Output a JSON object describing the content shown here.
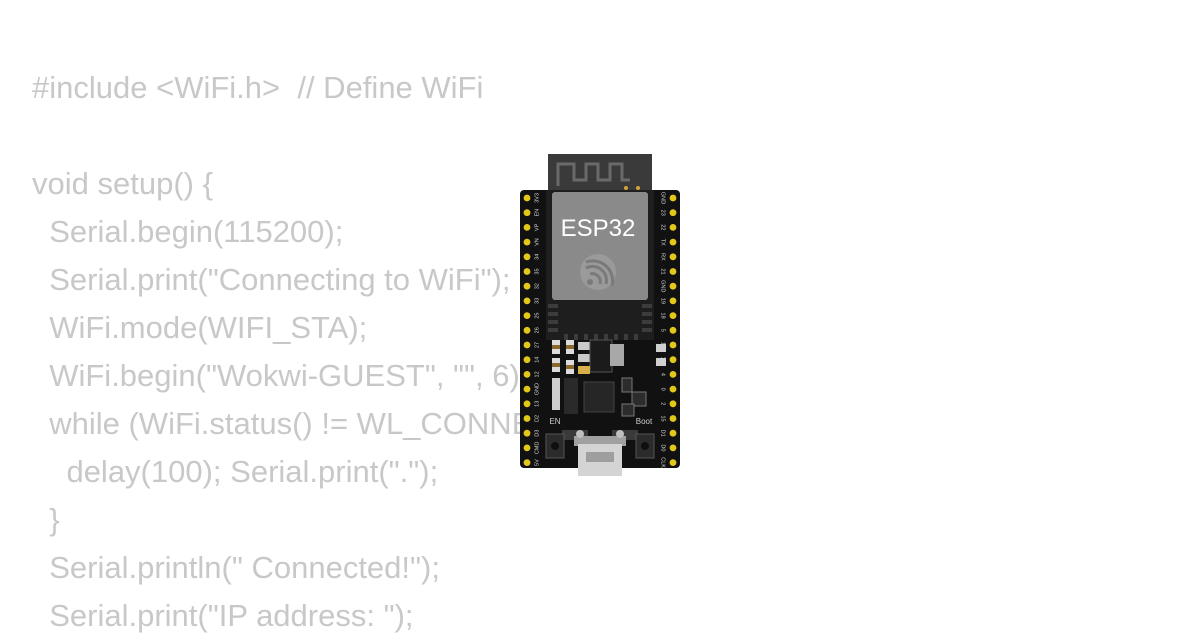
{
  "code_lines": [
    "#include <WiFi.h>  // Define WiFi",
    "",
    "void setup() {",
    "  Serial.begin(115200);",
    "  Serial.print(\"Connecting to WiFi\");",
    "  WiFi.mode(WIFI_STA);",
    "  WiFi.begin(\"Wokwi-GUEST\", \"\", 6);",
    "  while (WiFi.status() != WL_CONNECTED) {",
    "    delay(100); Serial.print(\".\");",
    "  }",
    "  Serial.println(\" Connected!\");",
    "  Serial.print(\"IP address: \");"
  ],
  "board": {
    "chip_label": "ESP32",
    "en_label": "EN",
    "boot_label": "Boot",
    "logo_icon": "espressif-logo-icon",
    "left_pins": [
      "3V3",
      "EN",
      "VP",
      "VN",
      "34",
      "35",
      "32",
      "33",
      "25",
      "26",
      "27",
      "14",
      "12",
      "GND",
      "13",
      "D2",
      "D3",
      "CMD",
      "5V"
    ],
    "right_pins": [
      "GND",
      "23",
      "22",
      "TX",
      "RX",
      "21",
      "GND",
      "19",
      "18",
      "5",
      "17",
      "16",
      "4",
      "0",
      "2",
      "15",
      "D1",
      "D0",
      "CLK"
    ]
  },
  "colors": {
    "code_text": "#c8c8c8",
    "board_pcb": "#111111",
    "module_shield": "#8a8a8a",
    "pin_gold": "#e3c81c"
  }
}
